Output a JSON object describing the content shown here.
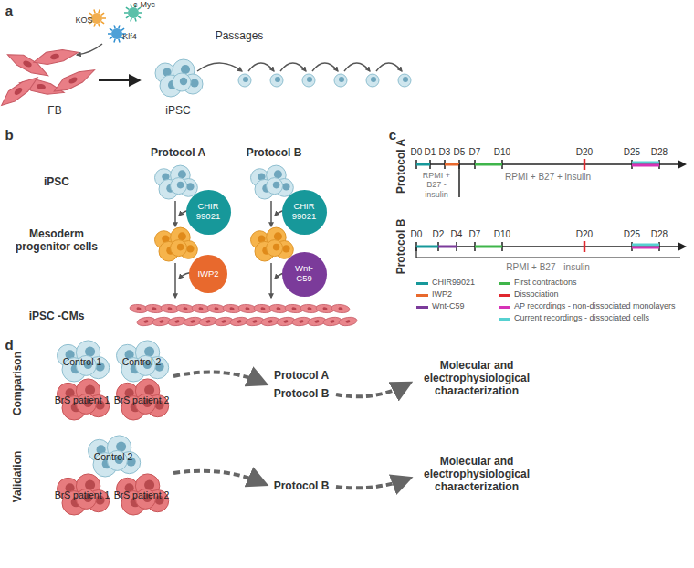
{
  "diagram": {
    "nodes": [
      {
        "text": [
          "CHIR 99021"
        ]
      },
      {
        "text": [
          "CHIR 99021"
        ]
      },
      {
        "text": [
          "IWP2"
        ]
      },
      {
        "text": [
          "Wnt-C59"
        ]
      }
    ],
    "labels": [
      "a",
      "KOS",
      "c-Myc",
      "Klf4",
      "FB",
      "iPSC",
      "Passages",
      "b",
      "Protocol A",
      "Protocol B",
      "iPSC",
      "Mesoderm progenitor cells",
      "iPSC -CMs",
      "c",
      "Protocol A",
      "D0",
      "D1",
      "D3",
      "D5",
      "D7",
      "D10",
      "D20",
      "D25",
      "D28",
      "RPMI + B27 - insulin",
      "RPMI + B27 + insulin",
      "Protocol B",
      "D0",
      "D2",
      "D4",
      "D7",
      "D10",
      "D20",
      "D25",
      "D28",
      "RPMI + B27 - insulin",
      "d",
      "Comparison",
      "Control 1",
      "Control 2",
      "BrS patient 1",
      "BrS patient 2",
      "Protocol A",
      "Protocol B",
      "Molecular and electrophysiological characterization",
      "Validation",
      "Control 2",
      "BrS patient 1",
      "BrS patient 2",
      "Protocol B",
      "Molecular and electrophysiological characterization"
    ],
    "legend": [
      {
        "text": "CHIR99021",
        "color": "#17989a"
      },
      {
        "text": "IWP2",
        "color": "#e8692d"
      },
      {
        "text": "Wnt-C59",
        "color": "#7b3b9a"
      },
      {
        "text": "First contractions",
        "color": "#3fb54a"
      },
      {
        "text": "Dissociation",
        "color": "#e0282e"
      },
      {
        "text": "AP recordings - non-dissociated monolayers",
        "color": "#d633b7"
      },
      {
        "text": "Current recordings - dissociated cells",
        "color": "#56d1d1"
      }
    ]
  }
}
